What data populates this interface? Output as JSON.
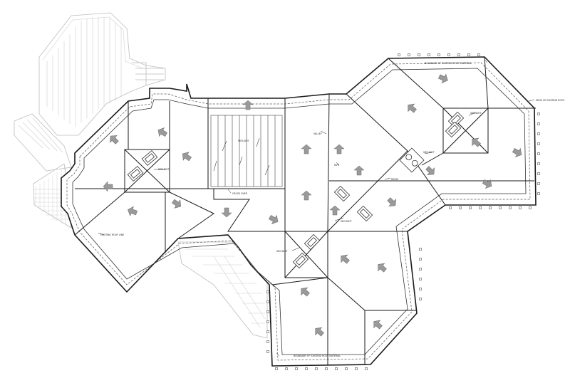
{
  "drawing": {
    "type": "roof plan",
    "notes": [
      {
        "id": "n1",
        "text": "SKYLIGHT"
      },
      {
        "id": "n2",
        "text": "SKYLIGHT"
      },
      {
        "id": "n3",
        "text": "SKYLIGHT"
      },
      {
        "id": "n4",
        "text": "SKYLIGHT"
      },
      {
        "id": "n5",
        "text": "SKYLIGHT"
      },
      {
        "id": "n6",
        "text": "SKYLIGHT"
      },
      {
        "id": "n7",
        "text": "CROSS OVER"
      },
      {
        "id": "n8",
        "text": "VALLEY"
      },
      {
        "id": "n9",
        "text": "HIPS"
      },
      {
        "id": "n10",
        "text": "RIDGE"
      },
      {
        "id": "n11",
        "text": "EXISTING ROOF LINE"
      },
      {
        "id": "n12",
        "text": "EDGE OF EXISTING ROOF"
      },
      {
        "id": "n13",
        "text": "BOUNDARY OF EXISTING ROOF MATERIAL"
      },
      {
        "id": "n14",
        "text": "BOUNDARY OF EXISTING ROOF MATERIAL"
      }
    ],
    "colors": {
      "roof_outline": "#1a1a1a",
      "existing_structure": "#bdbdbd",
      "slope_arrow": "#9a9a9a"
    },
    "icons": [
      "slope-arrow-icon",
      "skylight-icon"
    ]
  }
}
